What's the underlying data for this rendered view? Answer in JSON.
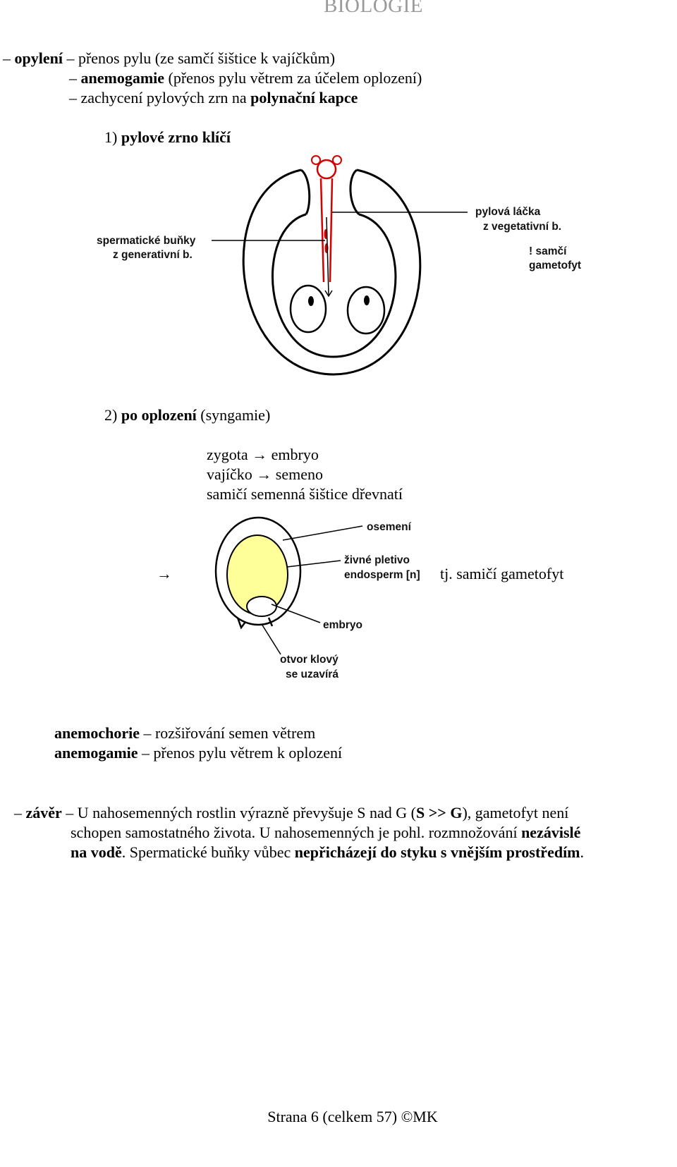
{
  "header": {
    "title": "BIOLOGIE"
  },
  "pollination": {
    "dash1": "–",
    "term": "opylení",
    "sep1": " – ",
    "rest": "přenos pylu (ze samčí šištice k vajíčkům)",
    "sub1_dash": "– ",
    "sub1_term": "anemogamie",
    "sub1_rest": " (přenos pylu větrem za účelem oplození)",
    "sub2_rest": "– zachycení pylových zrn na ",
    "sub2_term": "polynační kapce"
  },
  "step1": {
    "num": "1) ",
    "text": "pylové zrno klíčí"
  },
  "diagram1": {
    "label_left_1": "spermatické buňky",
    "label_left_2": "z generativní b.",
    "label_right_1": "pylová láčka",
    "label_right_2": "z vegetativní b.",
    "label_right_3": "! samčí",
    "label_right_4": "gametofyt",
    "colors": {
      "tube": "#d40000",
      "outline": "#000000"
    }
  },
  "step2": {
    "num": "2) ",
    "term": "po oplození",
    "rest": " (syngamie)"
  },
  "transforms": [
    {
      "from": "zygota",
      "arrow": "→",
      "to": "embryo"
    },
    {
      "from": "vajíčko",
      "arrow": "→",
      "to": "semeno"
    }
  ],
  "woody": "samičí semenná šištice dřevnatí",
  "seed_diagram": {
    "lead_arrow": "→",
    "label_coat": "osemení",
    "label_tissue_1": "živné pletivo",
    "label_tissue_2": "endosperm [n]",
    "tj": "tj. samičí gametofyt",
    "label_embryo": "embryo",
    "label_opening_1": "otvor klový",
    "label_opening_2": "se uzavírá",
    "colors": {
      "endosperm": "#ffff99"
    }
  },
  "wind": {
    "term1": "anemochorie",
    "rest1": " – rozšiřování semen větrem",
    "term2": "anemogamie",
    "rest2": " – přenos pylu větrem k oplození"
  },
  "conclusion": {
    "dash": "– ",
    "term": "závěr",
    "l1_a": " – U nahosemenných rostlin výrazně převyšuje S nad G (",
    "l1_b": "S >> G",
    "l1_c": "), gametofyt není",
    "l2_a": "schopen samostatného života. U nahosemenných je pohl. rozmnožování ",
    "l2_b": "nezávislé",
    "l3_a": "na vodě",
    "l3_b": ". Spermatické buňky vůbec ",
    "l3_c": "nepřicházejí do styku s vnějším prostředím",
    "l3_d": "."
  },
  "footer": {
    "text": "Strana 6 (celkem 57) ©MK"
  }
}
